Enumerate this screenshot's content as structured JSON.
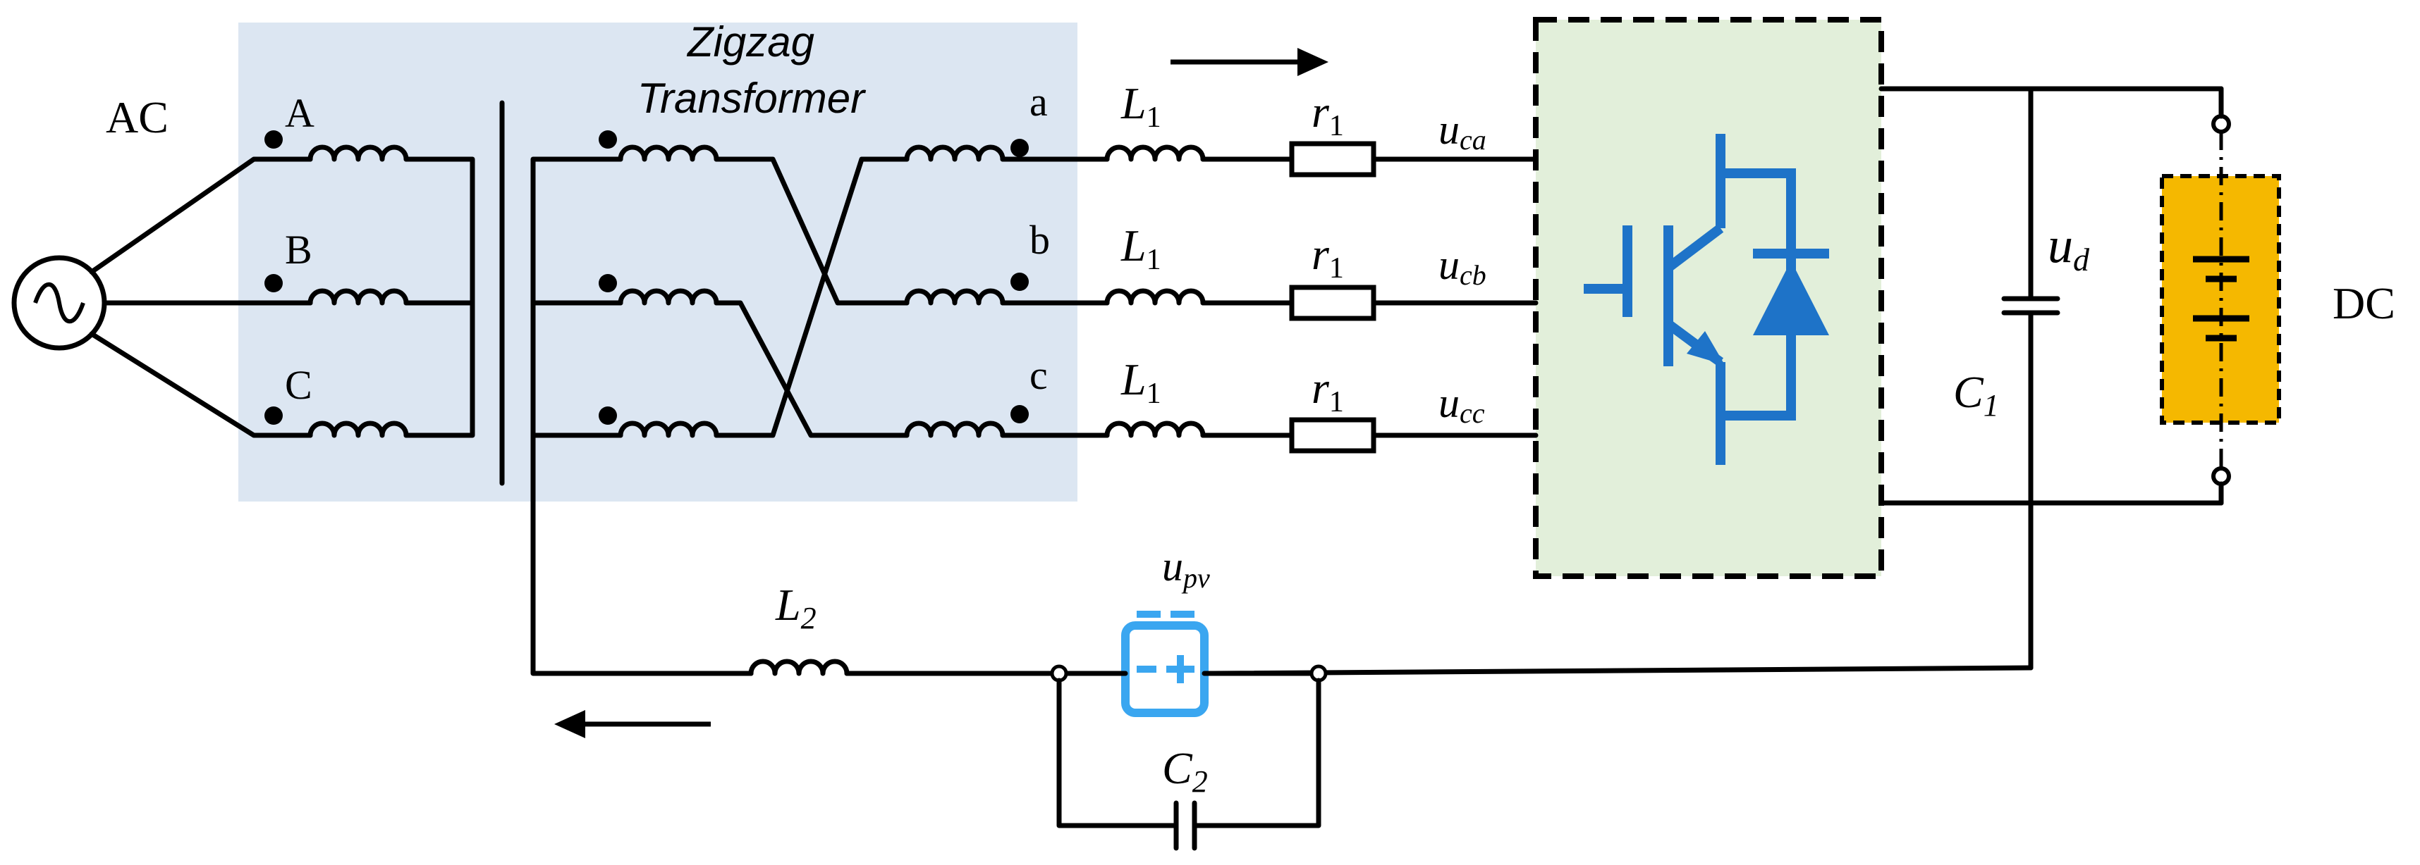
{
  "labels": {
    "ac": "AC",
    "dc": "DC",
    "transformer_line1": "Zigzag",
    "transformer_line2": "Transformer",
    "primary_a": "A",
    "primary_b": "B",
    "primary_c": "C",
    "secondary_a": "a",
    "secondary_b": "b",
    "secondary_c": "c",
    "inductor_l1": "L",
    "inductor_l1_sub": "1",
    "resistor_r1": "r",
    "resistor_r1_sub": "1",
    "voltage_u": "u",
    "voltage_uca_sub": "ca",
    "voltage_ucb_sub": "cb",
    "voltage_ucc_sub": "cc",
    "voltage_ud_sub": "d",
    "capacitor_c1": "C",
    "capacitor_c1_sub": "1",
    "inductor_l2": "L",
    "inductor_l2_sub": "2",
    "capacitor_c2": "C",
    "capacitor_c2_sub": "2",
    "voltage_upv_sub": "pv"
  },
  "colors": {
    "transformer_bg": "#dce6f2",
    "converter_bg": "#e2efda",
    "switch_blue": "#1e73c8",
    "pv_blue": "#3aa6f0",
    "battery_fill": "#f5b800"
  },
  "icons": {
    "ac_source": "ac-sine-source-icon",
    "igbt": "igbt-with-diode-icon",
    "pv": "pv-battery-icon",
    "battery": "battery-stack-icon"
  }
}
